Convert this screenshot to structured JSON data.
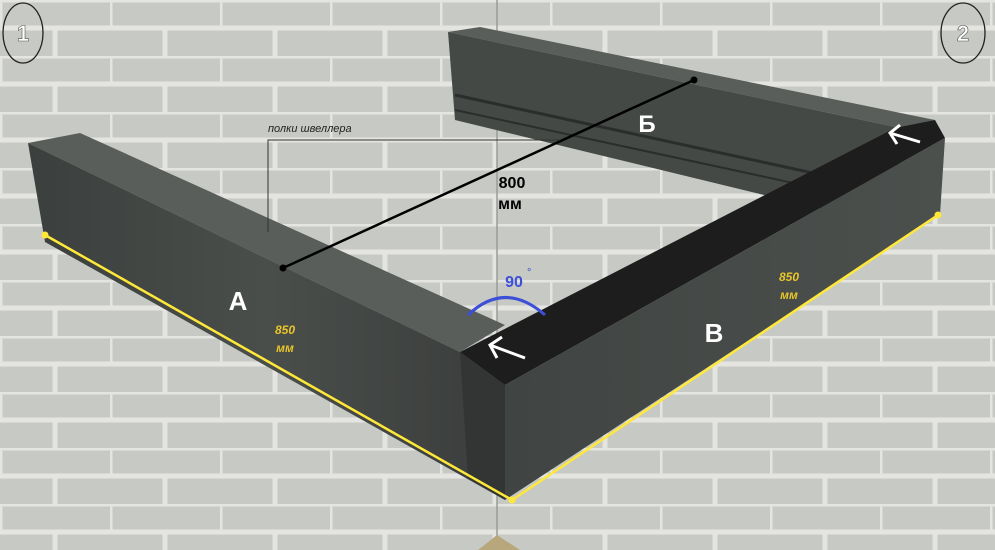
{
  "corner_badges": {
    "left": "1",
    "right": "2"
  },
  "flange_label": "полки швеллера",
  "beam_labels": {
    "a": "А",
    "b": "Б",
    "v": "В"
  },
  "distance": {
    "value": "800",
    "unit": "мм"
  },
  "angle": {
    "value": "90",
    "degree": "°"
  },
  "length_a": {
    "value": "850",
    "unit": "мм"
  },
  "length_v": {
    "value": "850",
    "unit": "мм"
  },
  "colors": {
    "wall": "#c9cbc6",
    "brick_line": "#e6e7e3",
    "beam_side": "#3e4240",
    "beam_top": "#545856",
    "beam_dark": "#1c1d1c",
    "measure_line": "#ffe83a",
    "measure_text": "#e8c52a",
    "angle_arc": "#3b4fd8"
  }
}
